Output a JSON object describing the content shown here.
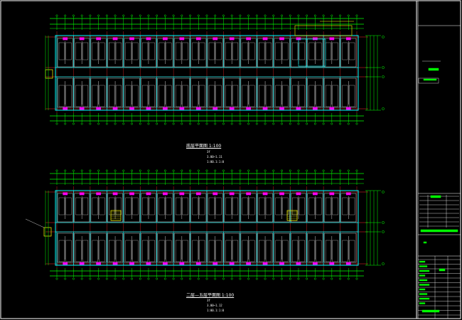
{
  "drawing": {
    "background": "#000000",
    "colors": {
      "axis": "#ff2a2a",
      "dim": "#00ff00",
      "wall": "#00ffff",
      "furniture": "#ffffff",
      "accent": "#ff00ff",
      "yellow": "#ffff00",
      "frame": "#ffffff"
    },
    "plans": [
      {
        "title": "底层平面图 1:100",
        "lines": [
          "3f",
          "3.00~1.11",
          "1:00.1:1:0"
        ]
      },
      {
        "title": "二层—五层平面图 1:100",
        "lines": [
          "3f",
          "3.00~1.12",
          "1:00.1:1:0"
        ]
      }
    ],
    "room_columns": 18
  }
}
